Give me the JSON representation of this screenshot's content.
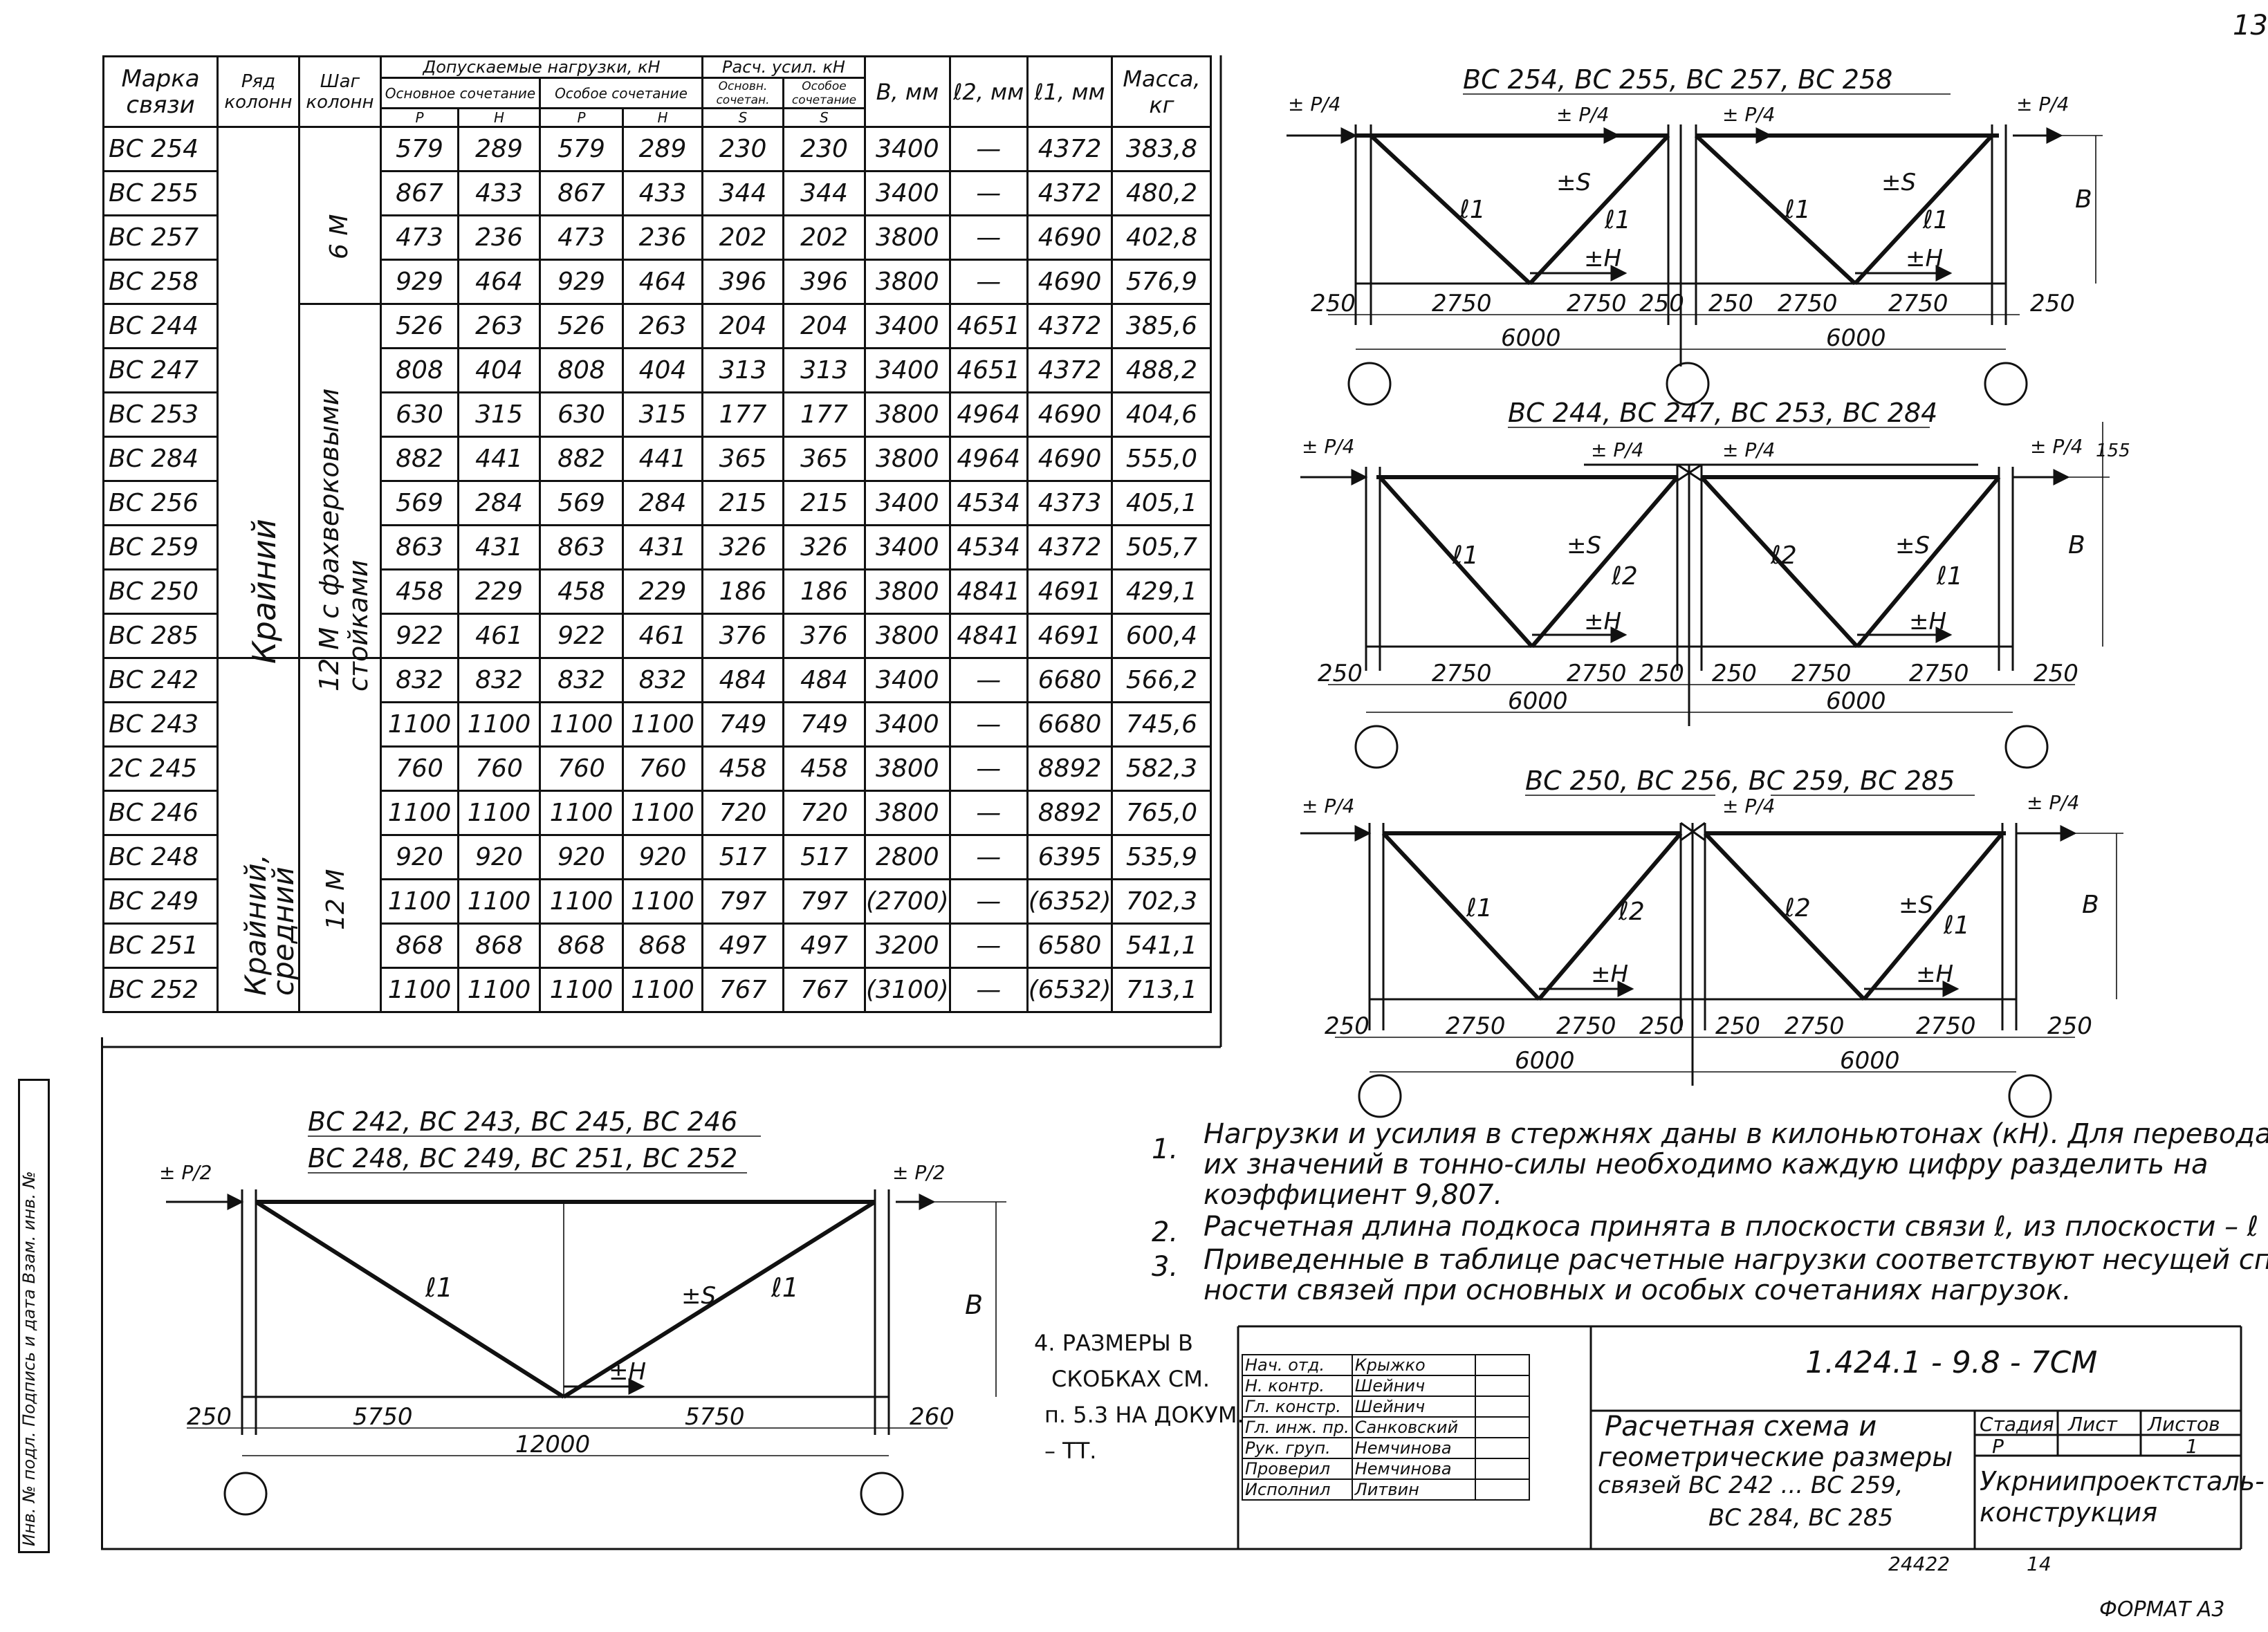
{
  "page_number": "13",
  "table": {
    "headers": {
      "marka": "Марка связи",
      "ryad": "Ряд колонн",
      "shag": "Шаг колонн",
      "loads": "Допускаемые нагрузки, кН",
      "basic": "Основное сочетание",
      "special": "Особое сочетание",
      "forces": "Расч. усил. кН",
      "basic_short": "Основн. сочетан.",
      "special_short": "Особое сочетание",
      "P": "Р",
      "H": "Н",
      "S": "S",
      "B": "В, мм",
      "l2": "ℓ2, мм",
      "l1": "ℓ1, мм",
      "mass": "Масса, кг"
    },
    "group_labels": {
      "row1": "Крайний",
      "row2": "Крайний, средний",
      "step1": "6 М",
      "step2": "12 М с фахверковыми стойками",
      "step3": "12 М"
    },
    "rows": [
      [
        "ВС 254",
        "579",
        "289",
        "579",
        "289",
        "230",
        "230",
        "3400",
        "—",
        "4372",
        "383,8"
      ],
      [
        "ВС 255",
        "867",
        "433",
        "867",
        "433",
        "344",
        "344",
        "3400",
        "—",
        "4372",
        "480,2"
      ],
      [
        "ВС 257",
        "473",
        "236",
        "473",
        "236",
        "202",
        "202",
        "3800",
        "—",
        "4690",
        "402,8"
      ],
      [
        "ВС 258",
        "929",
        "464",
        "929",
        "464",
        "396",
        "396",
        "3800",
        "—",
        "4690",
        "576,9"
      ],
      [
        "ВС 244",
        "526",
        "263",
        "526",
        "263",
        "204",
        "204",
        "3400",
        "4651",
        "4372",
        "385,6"
      ],
      [
        "ВС 247",
        "808",
        "404",
        "808",
        "404",
        "313",
        "313",
        "3400",
        "4651",
        "4372",
        "488,2"
      ],
      [
        "ВС 253",
        "630",
        "315",
        "630",
        "315",
        "177",
        "177",
        "3800",
        "4964",
        "4690",
        "404,6"
      ],
      [
        "ВС 284",
        "882",
        "441",
        "882",
        "441",
        "365",
        "365",
        "3800",
        "4964",
        "4690",
        "555,0"
      ],
      [
        "ВС 256",
        "569",
        "284",
        "569",
        "284",
        "215",
        "215",
        "3400",
        "4534",
        "4373",
        "405,1"
      ],
      [
        "ВС 259",
        "863",
        "431",
        "863",
        "431",
        "326",
        "326",
        "3400",
        "4534",
        "4372",
        "505,7"
      ],
      [
        "ВС 250",
        "458",
        "229",
        "458",
        "229",
        "186",
        "186",
        "3800",
        "4841",
        "4691",
        "429,1"
      ],
      [
        "ВС 285",
        "922",
        "461",
        "922",
        "461",
        "376",
        "376",
        "3800",
        "4841",
        "4691",
        "600,4"
      ],
      [
        "ВС 242",
        "832",
        "832",
        "832",
        "832",
        "484",
        "484",
        "3400",
        "—",
        "6680",
        "566,2"
      ],
      [
        "ВС 243",
        "1100",
        "1100",
        "1100",
        "1100",
        "749",
        "749",
        "3400",
        "—",
        "6680",
        "745,6"
      ],
      [
        "2С 245",
        "760",
        "760",
        "760",
        "760",
        "458",
        "458",
        "3800",
        "—",
        "8892",
        "582,3"
      ],
      [
        "ВС 246",
        "1100",
        "1100",
        "1100",
        "1100",
        "720",
        "720",
        "3800",
        "—",
        "8892",
        "765,0"
      ],
      [
        "ВС 248",
        "920",
        "920",
        "920",
        "920",
        "517",
        "517",
        "2800",
        "—",
        "6395",
        "535,9"
      ],
      [
        "ВС 249",
        "1100",
        "1100",
        "1100",
        "1100",
        "797",
        "797",
        "(2700)",
        "—",
        "(6352)",
        "702,3"
      ],
      [
        "ВС 251",
        "868",
        "868",
        "868",
        "868",
        "497",
        "497",
        "3200",
        "—",
        "6580",
        "541,1"
      ],
      [
        "ВС 252",
        "1100",
        "1100",
        "1100",
        "1100",
        "767",
        "767",
        "(3100)",
        "—",
        "(6532)",
        "713,1"
      ]
    ]
  },
  "diagrams": {
    "d1_title": "ВС 254, ВС 255, ВС 257, ВС 258",
    "d2_title": "ВС 244, ВС 247, ВС 253, ВС 284",
    "d3_title": "ВС 250, ВС 256, ВС 259, ВС 285",
    "d4_title_line1": "ВС 242, ВС 243, ВС 245, ВС 246",
    "d4_title_line2": "ВС 248, ВС 249, ВС 251, ВС 252",
    "p4": "± P/4",
    "p2": "± P/2",
    "s": "±S",
    "h": "±H",
    "b": "В",
    "l1": "ℓ1",
    "l2": "ℓ2",
    "dim_250": "250",
    "dim_260": "260",
    "dim_2750": "2750",
    "dim_5750": "5750",
    "dim_6000": "6000",
    "dim_12000": "12000",
    "dim_155": "155"
  },
  "notes": {
    "n1_num": "1.",
    "n1_l1": "Нагрузки и усилия в стержнях даны в килоньютонах (кН). Для перевода",
    "n1_l2": "их значений в тонно-силы необходимо каждую цифру разделить на",
    "n1_l3": "коэффициент 9,807.",
    "n2_num": "2.",
    "n2": "Расчетная длина подкоса принята в плоскости связи ℓ, из плоскости – ℓ",
    "n3_num": "3.",
    "n3_l1": "Приведенные в таблице расчетные нагрузки соответствуют несущей способ-",
    "n3_l2": "ности связей при основных и особых сочетаниях нагрузок.",
    "n4_l1": "4. РАЗМЕРЫ В",
    "n4_l2": "СКОБКАХ СМ.",
    "n4_l3": "п. 5.3 НА ДОКУМ.",
    "n4_l4": "– ТТ."
  },
  "stamp": {
    "code": "1.424.1 - 9.8 - 7СМ",
    "title_l1": "Расчетная схема и",
    "title_l2": "геометрические размеры",
    "title_l3": "связей ВС 242 ... ВС 259,",
    "title_l4": "ВС 284, ВС 285",
    "stage_hdr": "Стадия",
    "sheet_hdr": "Лист",
    "sheets_hdr": "Листов",
    "stage": "Р",
    "sheets": "1",
    "org_l1": "Укрниипроектсталь-",
    "org_l2": "конструкция",
    "roles": [
      [
        "Нач. отд.",
        "Крыжко"
      ],
      [
        "Н. контр.",
        "Шейнич"
      ],
      [
        "Гл. констр.",
        "Шейнич"
      ],
      [
        "Гл. инж. пр.",
        "Санковский"
      ],
      [
        "Рук. груп.",
        "Немчинова"
      ],
      [
        "Проверил",
        "Немчинова"
      ],
      [
        "Исполнил",
        "Литвин"
      ]
    ],
    "bottom_num": "24422",
    "bottom_page": "14",
    "format": "ФОРМАТ А3"
  },
  "side_strip": "Инв. № подл.   Подпись и дата   Взам. инв. №"
}
